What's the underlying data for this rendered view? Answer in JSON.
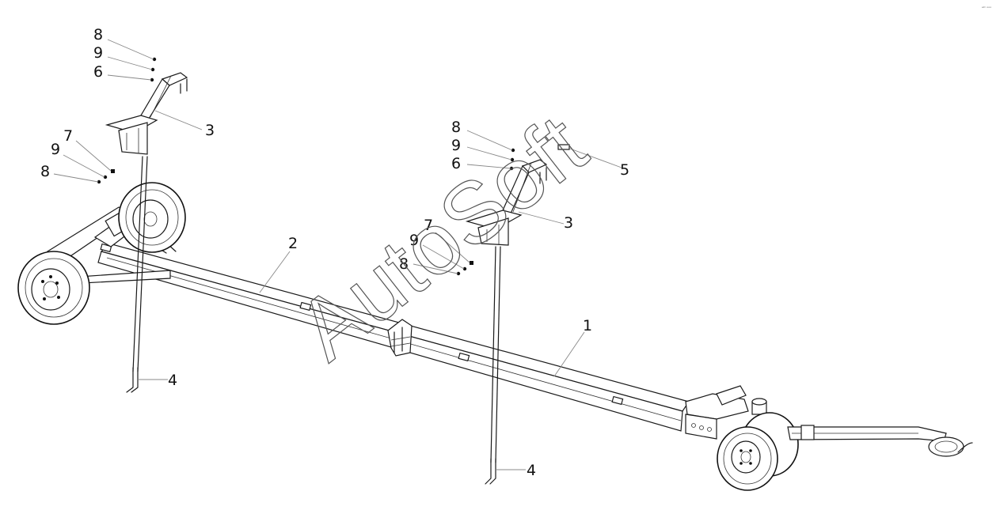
{
  "callouts": {
    "c1": "1",
    "c2": "2",
    "c3a": "3",
    "c3b": "3",
    "c4a": "4",
    "c4b": "4",
    "c5": "5",
    "c6a": "6",
    "c6b": "6",
    "c7a": "7",
    "c7b": "7",
    "c8a": "8",
    "c8b": "8",
    "c8c": "8",
    "c8d": "8",
    "c9a": "9",
    "c9b": "9",
    "c9c": "9",
    "c9d": "9"
  },
  "watermark": "AutoSoft",
  "corner_tag": "ᵉᴰ ᵒᵒᵒ"
}
